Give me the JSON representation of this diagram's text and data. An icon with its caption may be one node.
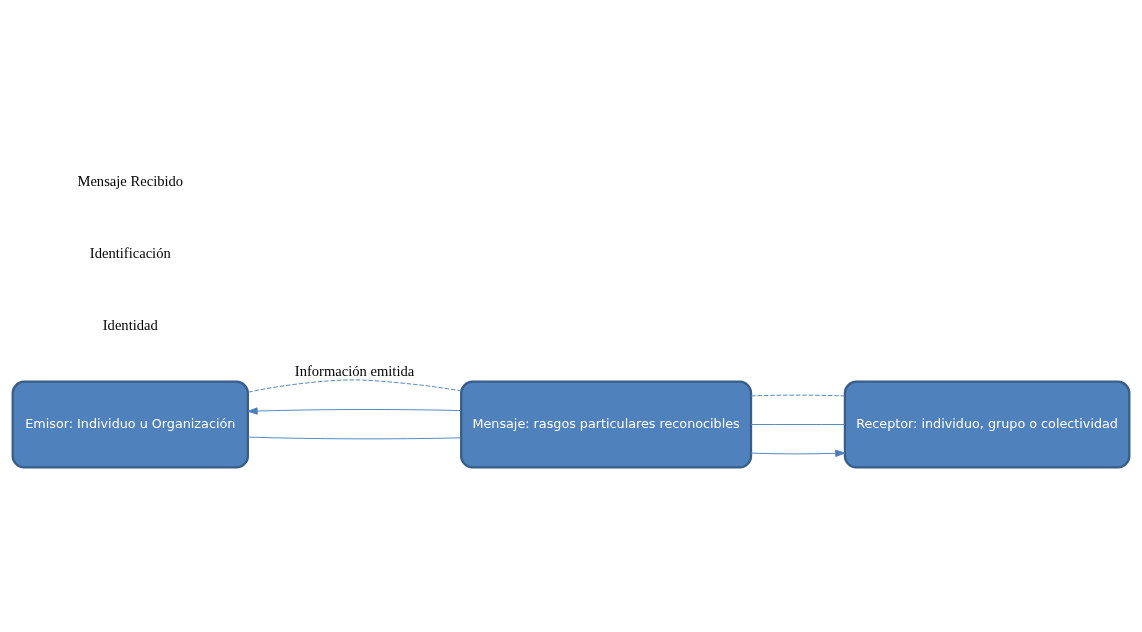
{
  "diagram": {
    "nodes": [
      {
        "text": [
          "Emisor: Individuo u Organización"
        ]
      },
      {
        "text": [
          "Mensaje: rasgos particulares reconocibles"
        ]
      },
      {
        "text": [
          "Receptor: individuo, grupo o colectividad"
        ]
      }
    ],
    "edges": [
      {
        "from": 0,
        "to": 1,
        "arrow": "none",
        "style": "dashed",
        "label": "Información emitida"
      },
      {
        "from": 0,
        "to": 1,
        "arrow": "none"
      },
      {
        "from": 1,
        "to": 0,
        "arrow": "to"
      },
      {
        "from": 1,
        "to": 2,
        "arrow": "to"
      },
      {
        "from": 2,
        "to": 1,
        "arrow": "none"
      },
      {
        "from": 1,
        "to": 2,
        "arrow": "none",
        "style": "dashed"
      }
    ],
    "labels": [
      "Identidad",
      "Identificación",
      "Mensaje Recibido"
    ]
  }
}
